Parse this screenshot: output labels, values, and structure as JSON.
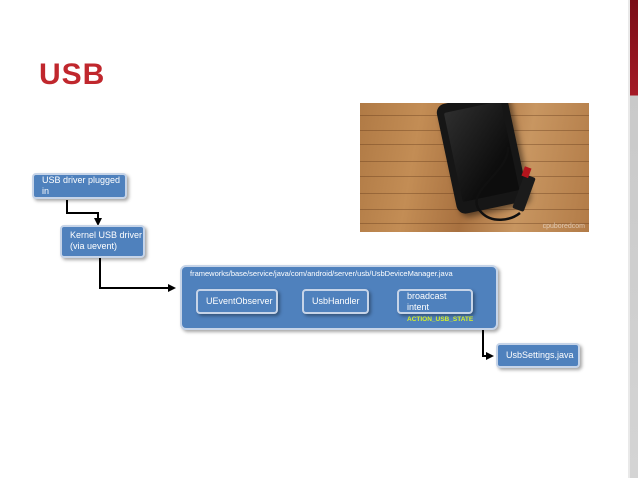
{
  "slide": {
    "title": "USB",
    "accent_color": "#c0272d",
    "box_color": "#4f81bd"
  },
  "photo": {
    "description_icon": "tablet-usb-photo-icon",
    "watermark": "cpuboredcom"
  },
  "diagram": {
    "nodes": {
      "usb_plugged": "USB driver plugged in",
      "kernel_line1": "Kernel USB driver",
      "kernel_line2": "(via uevent)",
      "service_path": "frameworks/base/service/java/com/android/server/usb/UsbDeviceManager.java",
      "uevent_observer": "UEventObserver",
      "usb_handler": "UsbHandler",
      "broadcast_intent": "broadcast intent",
      "usb_settings": "UsbSettings.java"
    },
    "labels": {
      "intent_action": "ACTION_USB_STATE"
    }
  }
}
